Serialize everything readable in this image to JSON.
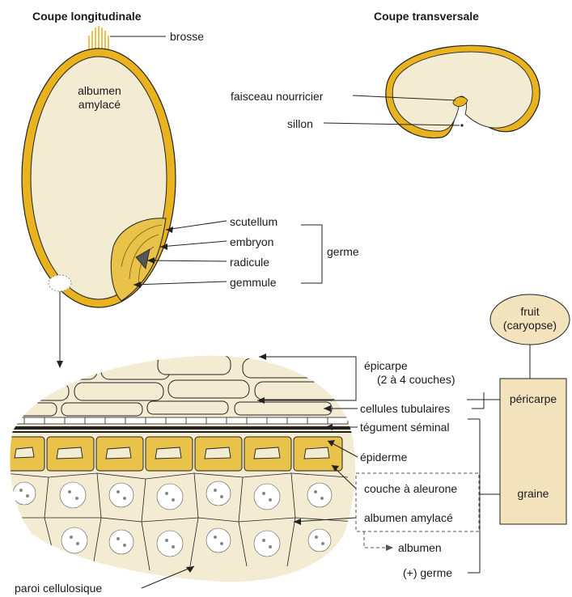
{
  "colors": {
    "gold": "#e9b21f",
    "cream": "#f4ecd2",
    "box_fill": "#f2e3bd",
    "line": "#222222"
  },
  "longitudinal": {
    "title": "Coupe longitudinale",
    "brosse": "brosse",
    "albumen_line1": "albumen",
    "albumen_line2": "amylacé",
    "scutellum": "scutellum",
    "embryon": "embryon",
    "radicule": "radicule",
    "gemmule": "gemmule",
    "germe": "germe"
  },
  "transversal": {
    "title": "Coupe transversale",
    "faisceau": "faisceau nourricier",
    "sillon": "sillon"
  },
  "section": {
    "epicarpe_line1": "épicarpe",
    "epicarpe_line2": "(2 à 4 couches)",
    "cellules_tubulaires": "cellules tubulaires",
    "tegument": "tégument séminal",
    "epiderme": "épiderme",
    "aleurone": "couche à aleurone",
    "albumen_amylace": "albumen amylacé",
    "albumen": "albumen",
    "plus_germe": "(+) germe",
    "paroi": "paroi cellulosique"
  },
  "hierarchy": {
    "fruit_line1": "fruit",
    "fruit_line2": "(caryopse)",
    "pericarpe": "péricarpe",
    "graine": "graine"
  }
}
